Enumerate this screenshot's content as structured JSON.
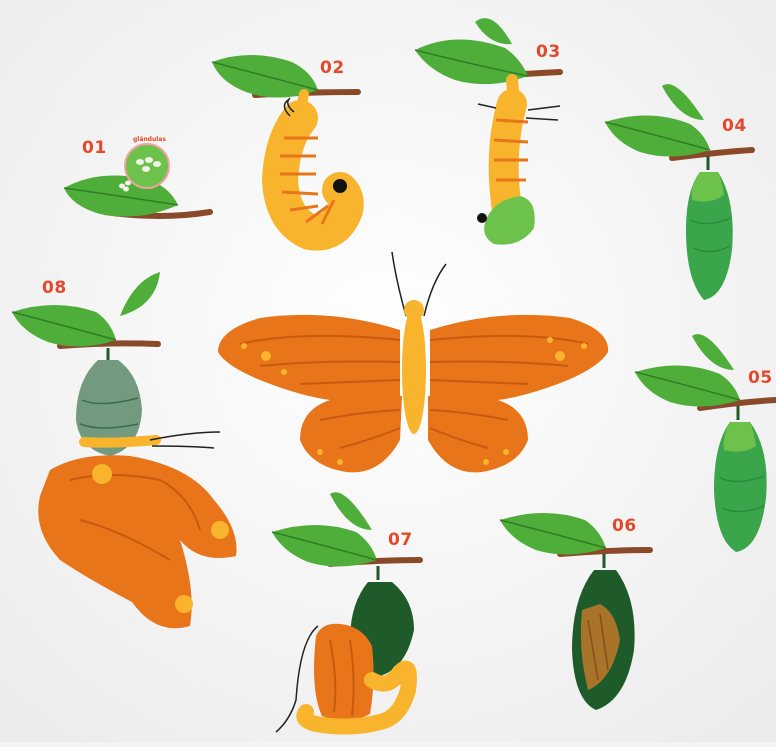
{
  "diagram": {
    "stages": [
      {
        "number": "01",
        "detail_label": "glándulas"
      },
      {
        "number": "02"
      },
      {
        "number": "03"
      },
      {
        "number": "04"
      },
      {
        "number": "05"
      },
      {
        "number": "06"
      },
      {
        "number": "07"
      },
      {
        "number": "08"
      }
    ]
  },
  "colors": {
    "background": "#f4f4f4",
    "label_red": "#e5492c",
    "leaf_green": "#4fae3a",
    "branch_brown": "#8a4a2a",
    "wing_orange": "#e8751a",
    "body_yellow": "#f7b42c",
    "chrysalis_green": "#3aa54a",
    "dark_chrysalis": "#1e5a2a"
  }
}
